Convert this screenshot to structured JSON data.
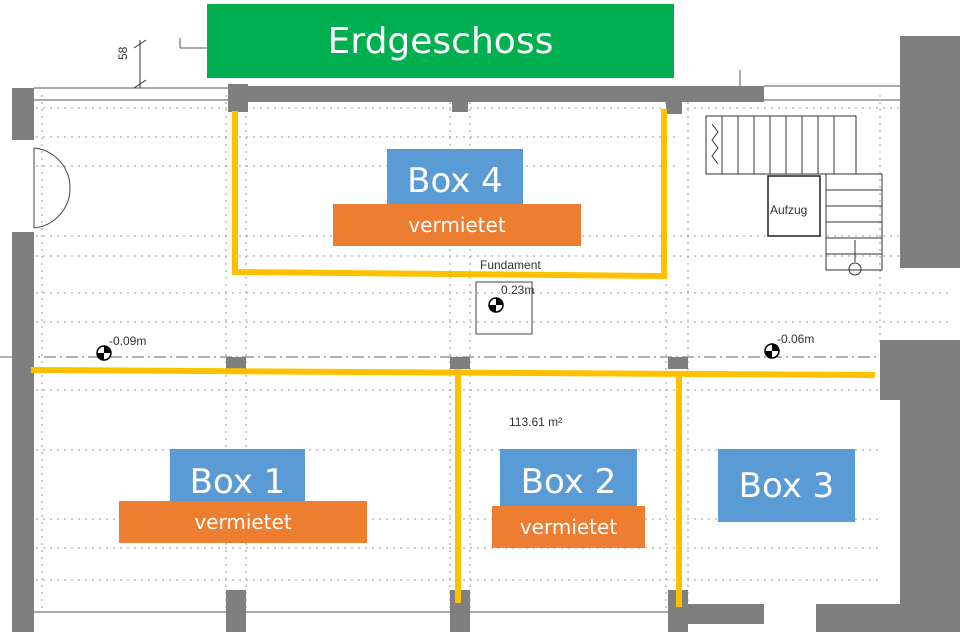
{
  "title": "Erdgeschoss",
  "colors": {
    "title_bg": "#00b050",
    "box_bg": "#5b9bd5",
    "status_bg": "#ed7d31",
    "partition": "#ffc000",
    "wall": "#7f7f7f"
  },
  "boxes": [
    {
      "label": "Box 1",
      "status": "vermietet"
    },
    {
      "label": "Box 2",
      "status": "vermietet"
    },
    {
      "label": "Box 3",
      "status": ""
    },
    {
      "label": "Box 4",
      "status": "vermietet"
    }
  ],
  "annotations": {
    "fundament": "Fundament",
    "level_center": "0.23m",
    "level_left": "-0.09m",
    "level_right": "-0.06m",
    "area": "113.61 m²",
    "aufzug": "Aufzug",
    "dimension": "58"
  }
}
